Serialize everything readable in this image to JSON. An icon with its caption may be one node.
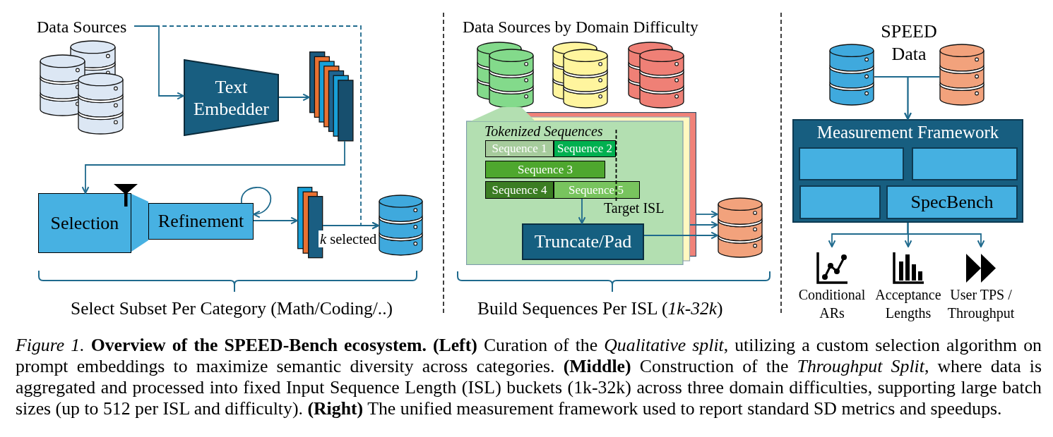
{
  "diagram": {
    "caption": "*Figure 1.* **Overview of the SPEED-Bench ecosystem.** **(Left)** Curation of the *Qualitative split*, utilizing a custom selection algorithm on prompt embeddings to maximize semantic diversity across categories. **(Middle)** Construction of the *Throughput Split*, where data is aggregated and processed into fixed Input Sequence Length (ISL) buckets (1k-32k) across three domain difficulties, supporting large batch sizes (up to 512 per ISL and difficulty). **(Right)** The unified measurement framework used to report standard SD metrics and speedups.",
    "nodes": [
      {
        "text": [
          "Data Sources"
        ]
      },
      {
        "text": [],
        "shape": "cylinder"
      },
      {
        "text": [
          "Text Embedder"
        ]
      },
      {
        "text": [],
        "shape": "bar"
      },
      {
        "text": [
          "Selection"
        ]
      },
      {
        "text": [
          "Refinement"
        ]
      },
      {
        "text": [],
        "shape": "bar"
      },
      {
        "text": [],
        "shape": "cylinder"
      },
      {
        "text": [],
        "shape": "cylinder"
      },
      {
        "text": [],
        "shape": "cylinder"
      },
      {
        "text": [],
        "shape": "cylinder"
      },
      {
        "text": [
          "Tokenized Sequences"
        ]
      },
      {
        "text": [
          "Sequence 1"
        ],
        "in": 11
      },
      {
        "text": [
          "Sequence 2"
        ],
        "in": 11
      },
      {
        "text": [
          "Sequence 3"
        ],
        "in": 11
      },
      {
        "text": [
          "Sequence 4"
        ],
        "in": 11
      },
      {
        "text": [
          "Sequence 5"
        ],
        "in": 11
      },
      {
        "text": [
          "Truncate/Pad"
        ],
        "in": 11
      },
      {
        "text": [],
        "shape": "cylinder"
      },
      {
        "text": [],
        "shape": "cylinder"
      },
      {
        "text": [],
        "shape": "cylinder"
      },
      {
        "text": [
          "Measurement Framework"
        ]
      },
      {
        "text": [],
        "shape": "box",
        "in": 21
      },
      {
        "text": [],
        "shape": "box",
        "in": 21
      },
      {
        "text": [],
        "shape": "box",
        "in": 21
      },
      {
        "text": [
          "SpecBench"
        ],
        "in": 21
      },
      {
        "text": [
          "Conditional ARs"
        ]
      },
      {
        "text": [
          "Acceptance Lengths"
        ]
      },
      {
        "text": [
          "User TPS / Throughput"
        ]
      }
    ],
    "edges": [
      {
        "from": 0,
        "to": 2,
        "arrow": "to"
      },
      {
        "from": 0,
        "to": 7,
        "arrow": "to",
        "style": "dashed"
      },
      {
        "from": 2,
        "to": 3,
        "arrow": "to"
      },
      {
        "from": 3,
        "to": 4,
        "arrow": "to"
      },
      {
        "from": 4,
        "to": 5,
        "arrow": "none",
        "style": "thick",
        "color": "#47b1e2"
      },
      {
        "from": 5,
        "to": 5,
        "arrow": "to"
      },
      {
        "from": 5,
        "to": 6,
        "arrow": "to"
      },
      {
        "from": 6,
        "to": 7,
        "arrow": "to",
        "label": "*k* selected"
      },
      {
        "from": 8,
        "to": 11,
        "arrow": "none",
        "style": "thick",
        "color": "#b3dfb1"
      },
      {
        "from": 16,
        "to": 17,
        "arrow": "to"
      },
      {
        "from": 11,
        "to": 18,
        "arrow": "to"
      },
      {
        "from": 11,
        "to": 18,
        "arrow": "to"
      },
      {
        "from": 17,
        "to": 18,
        "arrow": "to"
      },
      {
        "from": 19,
        "to": 21,
        "arrow": "to"
      },
      {
        "from": 20,
        "to": 21,
        "arrow": "to"
      },
      {
        "from": 21,
        "to": 26,
        "arrow": "to"
      },
      {
        "from": 21,
        "to": 27,
        "arrow": "to"
      },
      {
        "from": 21,
        "to": 28,
        "arrow": "to"
      }
    ],
    "labels": [
      "Select Subset Per Category (Math/Coding/..)",
      "Data Sources by Domain Difficulty",
      "Target ISL",
      "Build Sequences Per ISL (*1k-32k*)",
      "SPEED Data"
    ]
  }
}
